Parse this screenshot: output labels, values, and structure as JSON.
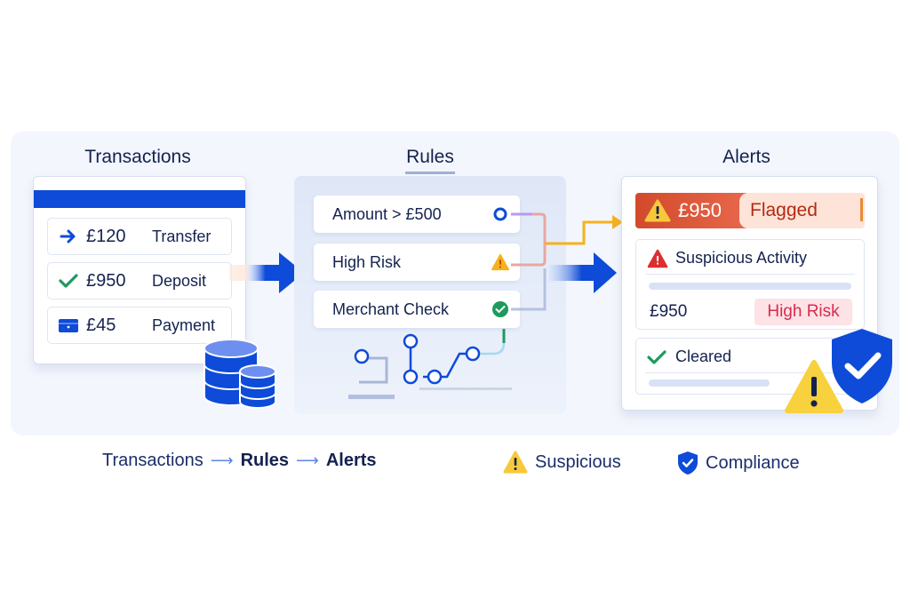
{
  "colors": {
    "primary_blue": "#0d4bd8",
    "navy_text": "#14224f",
    "success_green": "#1e9a5e",
    "warning_yellow": "#f7c93a",
    "alert_red": "#d24a2b",
    "flow_orange": "#f5b21c",
    "risk_pink": "#d92b4e"
  },
  "transactions": {
    "title": "Transactions",
    "rows": [
      {
        "icon": "arrow-right-icon",
        "amount": "£120",
        "type": "Transfer"
      },
      {
        "icon": "check-icon",
        "amount": "£950",
        "type": "Deposit"
      },
      {
        "icon": "card-icon",
        "amount": "£45",
        "type": "Payment"
      }
    ],
    "decor_icon": "database-icon"
  },
  "rules": {
    "title": "Rules",
    "items": [
      {
        "label": "Amount > £500",
        "icon": "node-circle-icon"
      },
      {
        "label": "High Risk",
        "icon": "warning-icon"
      },
      {
        "label": "Merchant Check",
        "icon": "check-circle-icon"
      }
    ]
  },
  "alerts": {
    "title": "Alerts",
    "flagged": {
      "icon": "warning-icon",
      "amount": "£950",
      "label": "Flagged"
    },
    "suspicious": {
      "icon": "alert-triangle-icon",
      "title": "Suspicious Activity",
      "amount": "£950",
      "badge": "High Risk"
    },
    "cleared": {
      "icon": "check-icon",
      "title": "Cleared"
    },
    "decor_icons": [
      "warning-icon",
      "shield-check-icon"
    ]
  },
  "legend": {
    "flow": [
      "Transactions",
      "Rules",
      "Alerts"
    ],
    "flow_separator": "⟶",
    "suspicious": "Suspicious",
    "compliance": "Compliance"
  }
}
